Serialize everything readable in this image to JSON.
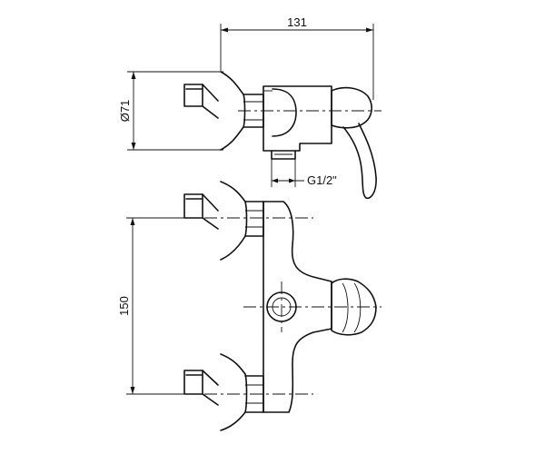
{
  "dimensions": {
    "overall_depth": "131",
    "wall_plate_diameter": "Ø71",
    "outlet_thread": "G1/2\"",
    "center_distance": "150"
  }
}
